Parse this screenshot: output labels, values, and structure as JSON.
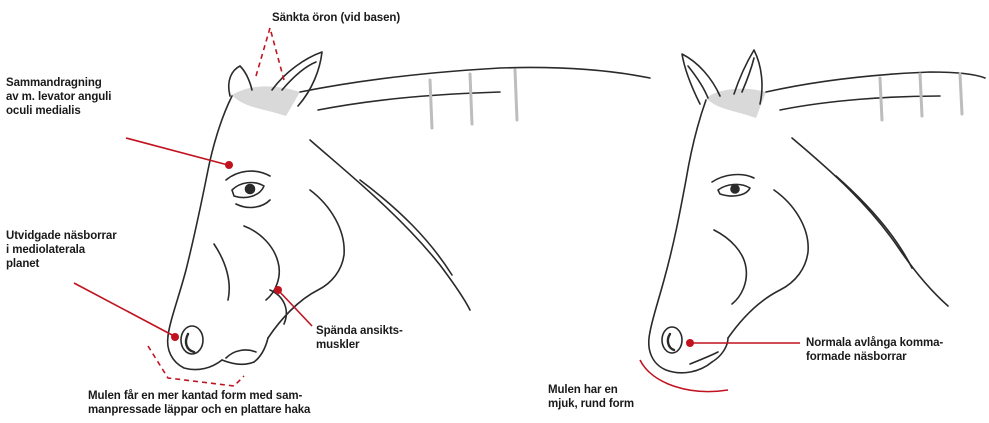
{
  "left_horse": {
    "label_ears": "Sänkta öron (vid basen)",
    "label_levator": [
      "Sammandragning",
      "av m. levator anguli",
      "oculi medialis"
    ],
    "label_nostrils": [
      "Utvidgade näsborrar",
      "i mediolaterala",
      "planet"
    ],
    "label_muscles": [
      "Spända ansikts-",
      "muskler"
    ],
    "label_muzzle": [
      "Mulen får en mer kantad form med sam-",
      "manpressade läppar och en plattare haka"
    ]
  },
  "right_horse": {
    "label_nostrils": [
      "Normala avlånga komma-",
      "formade näsborrar"
    ],
    "label_muzzle": [
      "Mulen har en",
      "mjuk, rund form"
    ]
  },
  "colors": {
    "line": "#2a2a2a",
    "marker": "#c1121f",
    "shade": "#d9d9d9"
  }
}
